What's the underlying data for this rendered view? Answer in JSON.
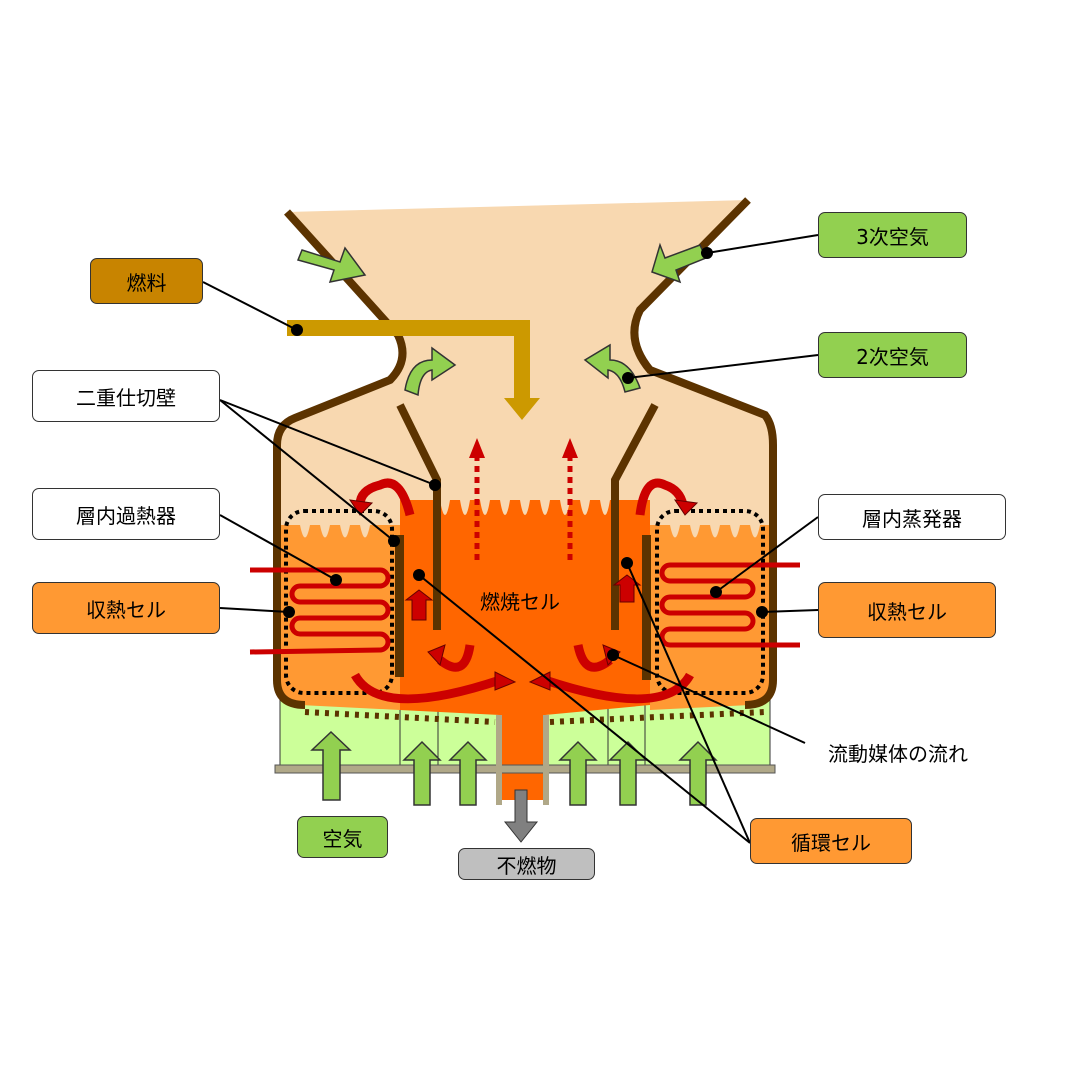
{
  "labels": {
    "fuel": "燃料",
    "tertiary_air": "3次空気",
    "secondary_air": "2次空気",
    "double_partition": "二重仕切壁",
    "superheater": "層内過熱器",
    "heat_cell_left": "収熱セル",
    "evaporator": "層内蒸発器",
    "heat_cell_right": "収熱セル",
    "media_flow": "流動媒体の流れ",
    "circulation_cell": "循環セル",
    "air": "空気",
    "incombustibles": "不燃物",
    "combustion_cell": "燃焼セル"
  },
  "colors": {
    "fuel": "#C88400",
    "air": "#92D050",
    "heat_cell": "#FF9933",
    "combustion": "#FF6600",
    "wall": "#5C3300",
    "gas": "#F8D8B0",
    "incombustibles": "#BFBFBF"
  }
}
